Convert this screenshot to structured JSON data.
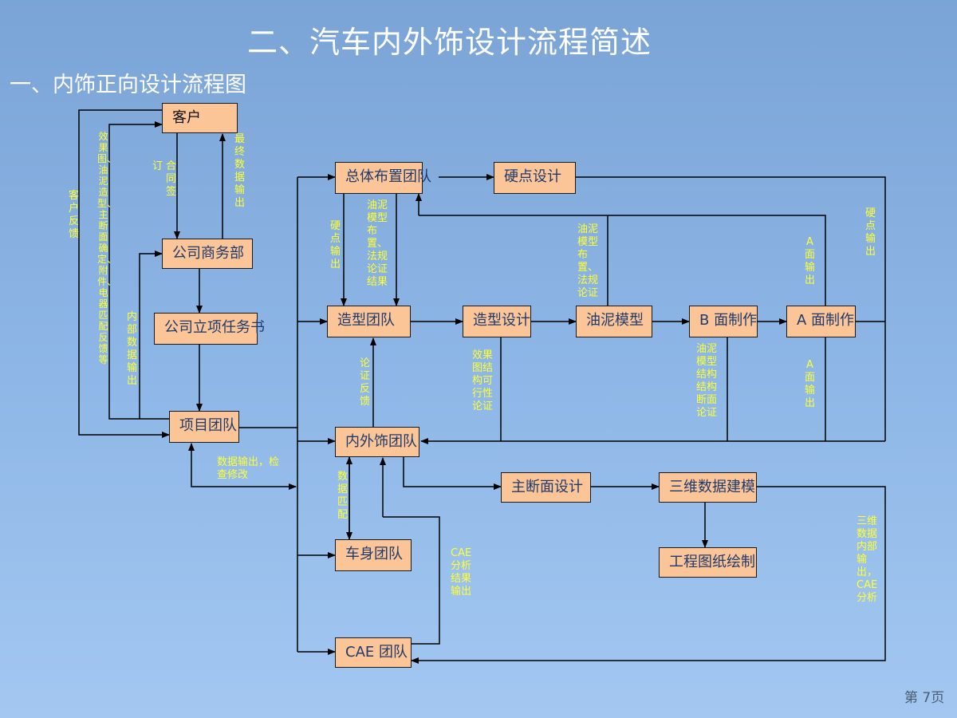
{
  "title": "二、汽车内外饰设计流程简述",
  "subtitle": "一、内饰正向设计流程图",
  "page_number": "第 7页",
  "colors": {
    "box_fill": "#fbc597",
    "label_text": "#ffff33",
    "box_text": "#1f3b6e",
    "line": "#000000"
  },
  "nodes": {
    "customer": "客户",
    "business_dept": "公司商务部",
    "project_doc": "公司立项任务书",
    "project_team": "项目团队",
    "layout_team": "总体布置团队",
    "hardpoint_design": "硬点设计",
    "styling_team": "造型团队",
    "styling_design": "造型设计",
    "clay_model": "油泥模型",
    "b_surface": "B 面制作",
    "a_surface": "A 面制作",
    "trim_team": "内外饰团队",
    "section_design": "主断面设计",
    "modeling_3d": "三维数据建模",
    "engineering_drawing": "工程图纸绘制",
    "body_team": "车身团队",
    "cae_team": "CAE 团队"
  },
  "labels": {
    "customer_feedback": "客户反馈",
    "effects_list": "效果图、油泥造型、主断面确定、附件、电器匹配反馈等",
    "contract_a": "订",
    "contract_b": "合同签",
    "final_data": "最终数据输出",
    "internal_data": "内部数据输出",
    "data_check": "数据输出，检查修改",
    "hardpoint_out_left": "硬点输出",
    "clay_layout_result": "油泥模型布置、法规论证结果",
    "clay_layout_check": "油泥模型布置、法规论证",
    "a_surface_out_upper": "A面输出",
    "hardpoint_out_right": "硬点输出",
    "feasibility": "效果图结构可行性论证",
    "clay_section": "油泥模型结构结构断面论证",
    "a_surface_out_lower": "A面输出",
    "review_feedback": "论证反馈",
    "data_match": "数据匹配",
    "cae_result": "CAE分析结果输出",
    "cae_3d": "三维数据内部输出，CAE分析"
  }
}
